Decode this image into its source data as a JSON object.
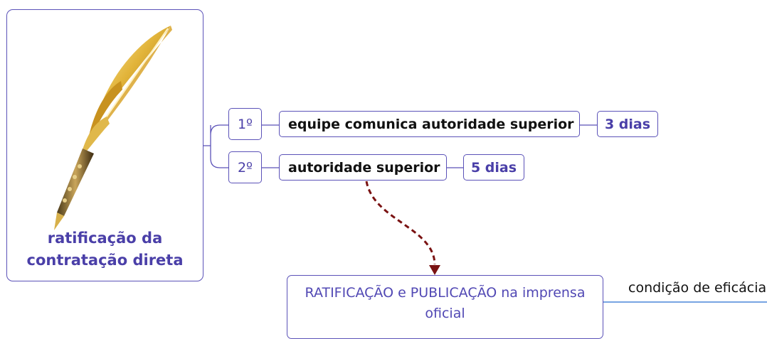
{
  "root": {
    "title": "ratificação da\ncontratação direta",
    "icon": "quill-pen-icon"
  },
  "steps": [
    {
      "order": "1º",
      "label": "equipe comunica autoridade superior",
      "deadline": "3 dias"
    },
    {
      "order": "2º",
      "label": "autoridade superior",
      "deadline": "5 dias"
    }
  ],
  "publication": {
    "label": "RATIFICAÇÃO e PUBLICAÇÃO na imprensa oficial",
    "note": "condição de eficácia"
  },
  "colors": {
    "border": "#5b52b8",
    "accent_text": "#4a3fa8",
    "arrow": "#7a1212",
    "underline": "#4a86d8"
  }
}
